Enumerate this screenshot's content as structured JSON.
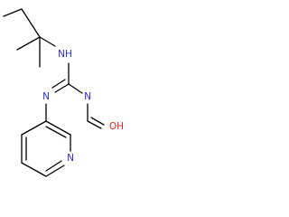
{
  "structure": {
    "atoms": [
      {
        "id": "nh",
        "label": "NH",
        "color": "#2a2adb"
      },
      {
        "id": "n_pyridyl_imine",
        "label": "N",
        "color": "#2a2adb"
      },
      {
        "id": "n_formyl_imine",
        "label": "N",
        "color": "#2a2adb"
      },
      {
        "id": "oh",
        "label": "OH",
        "color": "#e0261d"
      },
      {
        "id": "n_pyridine",
        "label": "N",
        "color": "#2a2adb"
      }
    ]
  }
}
